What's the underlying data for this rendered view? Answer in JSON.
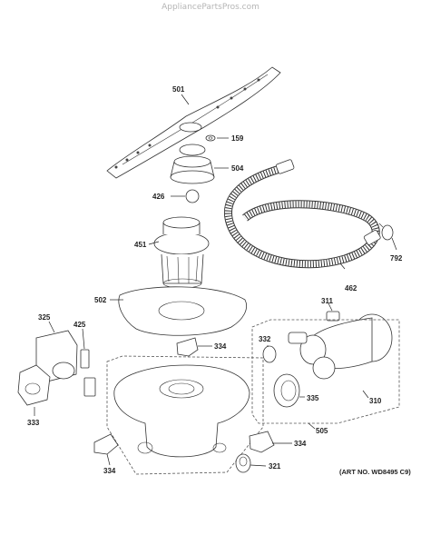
{
  "watermark": "AppliancePartsPros.com",
  "art_number": "(ART NO. WD8495 C9)",
  "callouts": {
    "p501": "501",
    "p159": "159",
    "p504": "504",
    "p426": "426",
    "p451": "451",
    "p462": "462",
    "p792": "792",
    "p502": "502",
    "p311": "311",
    "p325": "325",
    "p425": "425",
    "p334a": "334",
    "p332": "332",
    "p333": "333",
    "p335": "335",
    "p310": "310",
    "p505": "505",
    "p334b": "334",
    "p334c": "334",
    "p321": "321"
  }
}
